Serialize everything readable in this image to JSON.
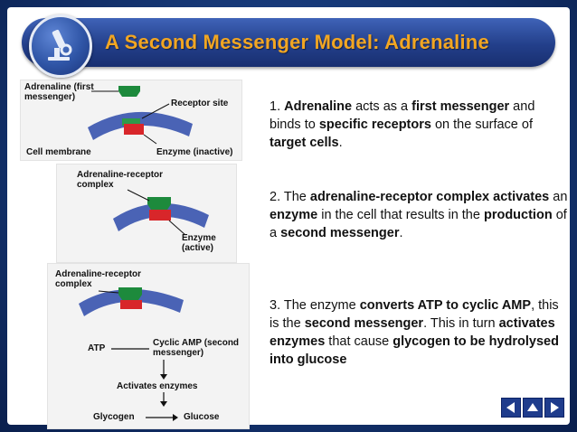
{
  "title": "A Second Messenger Model: Adrenaline",
  "diagram1": {
    "adrenaline_label": "Adrenaline (first\nmessenger)",
    "receptor_label": "Receptor site",
    "membrane_label": "Cell membrane",
    "enzyme_label": "Enzyme (inactive)"
  },
  "diagram2": {
    "complex_label": "Adrenaline-receptor\ncomplex",
    "enzyme_label": "Enzyme\n(active)"
  },
  "diagram3": {
    "complex_label": "Adrenaline-receptor\ncomplex",
    "atp_label": "ATP",
    "camp_label": "Cyclic AMP (second\nmessenger)",
    "activates_label": "Activates enzymes",
    "glycogen_label": "Glycogen",
    "glucose_label": "Glucose"
  },
  "steps": [
    [
      {
        "t": "1. "
      },
      {
        "t": "Adrenaline",
        "b": true
      },
      {
        "t": " acts as a "
      },
      {
        "t": "first messenger",
        "b": true
      },
      {
        "t": " and binds to "
      },
      {
        "t": "specific receptors",
        "b": true
      },
      {
        "t": " on the surface of "
      },
      {
        "t": "target cells",
        "b": true
      },
      {
        "t": "."
      }
    ],
    [
      {
        "t": "2. The "
      },
      {
        "t": "adrenaline-receptor complex",
        "b": true
      },
      {
        "t": " "
      },
      {
        "t": "activates",
        "b": true
      },
      {
        "t": " an "
      },
      {
        "t": "enzyme",
        "b": true
      },
      {
        "t": " in the cell that results in the "
      },
      {
        "t": "production",
        "b": true
      },
      {
        "t": " of a "
      },
      {
        "t": "second messenger",
        "b": true
      },
      {
        "t": "."
      }
    ],
    [
      {
        "t": "3. The enzyme "
      },
      {
        "t": "converts ATP to cyclic AMP",
        "b": true
      },
      {
        "t": ", this is the "
      },
      {
        "t": "second messenger",
        "b": true
      },
      {
        "t": ".  This in turn "
      },
      {
        "t": "activates enzymes",
        "b": true
      },
      {
        "t": " that cause "
      },
      {
        "t": "glycogen to be hydrolysed into glucose",
        "b": true
      }
    ]
  ],
  "nav": [
    "previous-icon",
    "home-icon",
    "next-icon"
  ],
  "colors": {
    "membrane": "#4a63b5",
    "adrenaline": "#1d8a3c",
    "enzyme": "#d8262a",
    "title": "#f2a622"
  }
}
